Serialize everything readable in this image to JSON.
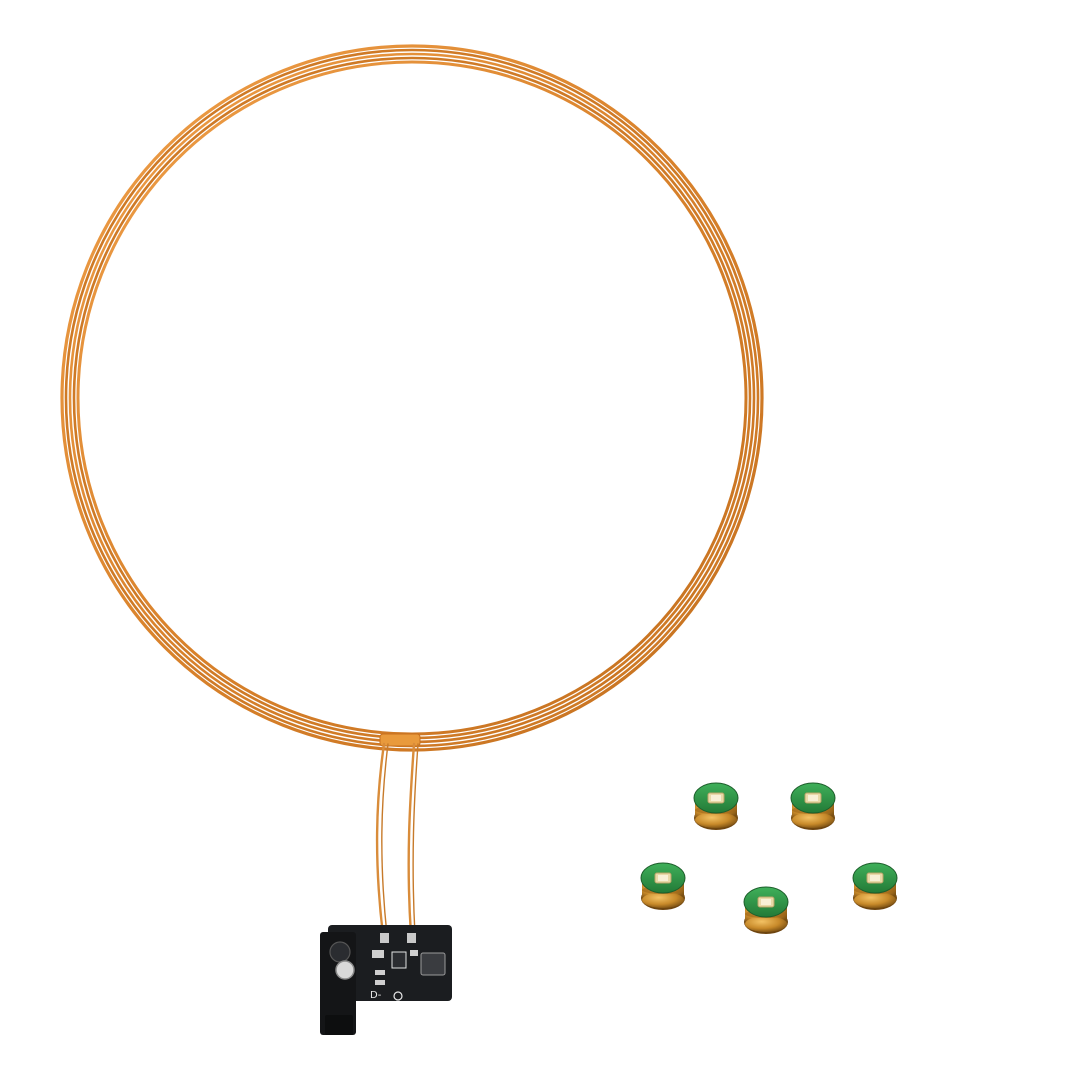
{
  "scene": {
    "background_color": "#ffffff",
    "subject": "wireless-power-coil-kit",
    "coil": {
      "turns": 5,
      "color": "#d9822b",
      "highlight_color": "#f2a24a",
      "shadow_color": "#b86a1e"
    },
    "driver_board": {
      "pcb_color": "#1b1d20",
      "silkscreen_color": "#e8e8e8",
      "pad_color": "#c9c9c9",
      "silkscreen_marks": [
        "D-",
        "○"
      ]
    },
    "receiver_leds": {
      "count": 5,
      "pcb_color": "#2f9a48",
      "coil_color": "#c88a2a",
      "led_color": "#e8d9a8"
    }
  }
}
